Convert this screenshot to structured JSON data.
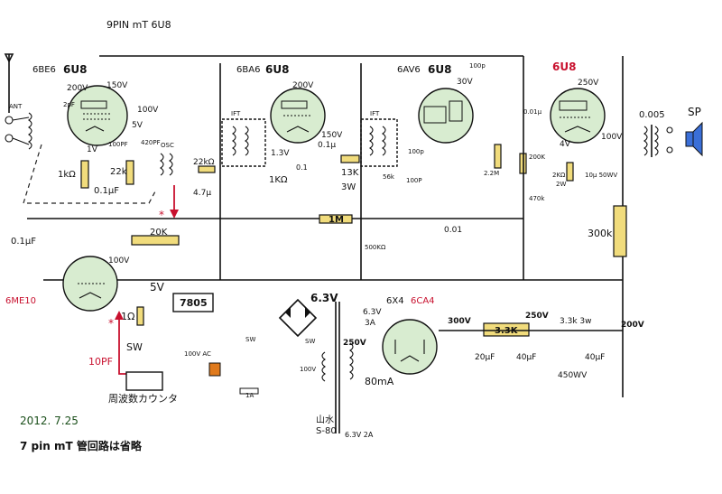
{
  "header": {
    "title": "9PIN mT 6U8"
  },
  "stages": {
    "converter": {
      "tube_a": "6BE6",
      "tube_b": "6U8",
      "plate_v": "200V",
      "screen_v": "150V",
      "grid_v": "100V",
      "osc_v": "5V",
      "cathode_v": "1V"
    },
    "if_amp": {
      "tube_a": "6BA6",
      "tube_b": "6U8",
      "plate_v": "200V",
      "screen_v": "150V",
      "cathode_v": "1.3V"
    },
    "detector": {
      "tube_a": "6AV6",
      "tube_b": "6U8",
      "plate_v": "30V"
    },
    "output": {
      "tube": "6U8",
      "plate_v": "250V",
      "screen_v": "100V",
      "cathode_v": "4V"
    },
    "counter_amp": {
      "tube": "6ME10",
      "plate_v": "100V"
    },
    "rectifier": {
      "tube_a": "6X4",
      "tube_b": "6CA4"
    }
  },
  "labels": {
    "ant": "ANT",
    "ift1": "IFT",
    "ift2": "IFT",
    "osc": "OSC",
    "sp": "SP",
    "ac": "100V AC",
    "sw": "SW",
    "sw_top": "SW",
    "sw_small": "SW",
    "fuse": "1A",
    "reg": "7805",
    "counter": "周波数カウンタ",
    "transformer": "山水",
    "transformer_model": "S-80",
    "date": "2012. 7.25",
    "note": "7 pin mT 管回路は省略",
    "star1": "*",
    "star2": "*",
    "primary": "100V"
  },
  "components": {
    "c_2pf": "2pF",
    "c_100pf": "100PF",
    "c_420pf": "420PF",
    "r_1k": "1kΩ",
    "c_01uf_a": "0.1μF",
    "r_22k": "22k",
    "r_22k_b": "22kΩ",
    "c_47u": "4.7μ",
    "r_1k_if": "1KΩ",
    "c_01_if": "0.1",
    "c_01u_if": "0.1μ",
    "v_150": "150V",
    "r_13k": "13K",
    "r_13k_w": "3W",
    "c_100p_a": "100p",
    "c_100p_b": "100P",
    "r_56k": "56k",
    "r_22m": "2.2M",
    "c_100p_top": "100p",
    "c_001": "0.01μ",
    "r_200k": "200K",
    "r_470k": "470k",
    "r_2k": "2KΩ",
    "r_2k_w": "2W",
    "c_10u": "10μ 50WV",
    "c_0005": "0.005",
    "r_1m": "1M",
    "r_500k": "500KΩ",
    "c_001_b": "0.01",
    "c_01uf_b": "0.1μF",
    "r_20k": "20K",
    "r_300k": "300k",
    "v_5": "5V",
    "r_1ohm": "1Ω",
    "c_10pf": "10PF",
    "v_63": "6.3V",
    "v_63_3a": "6.3V",
    "a_3a": "3A",
    "v_250_sec": "250V",
    "ma_80": "80mA",
    "v_63_2a": "6.3V 2A",
    "v_300": "300V",
    "r_33k": "3.3K",
    "v_250_b": "250V",
    "r_33k_3w": "3.3k 3w",
    "v_200_b": "200V",
    "c_20uf": "20μF",
    "c_40uf_a": "40μF",
    "c_40uf_b": "40μF",
    "wv_450": "450WV"
  }
}
